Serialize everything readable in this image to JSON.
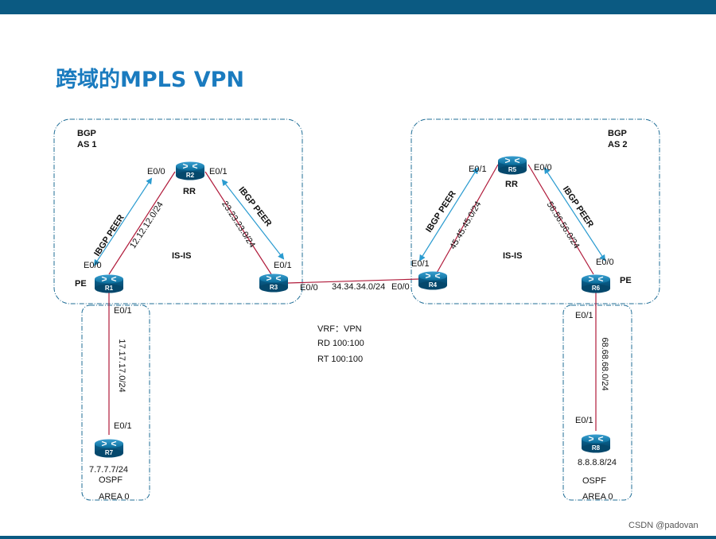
{
  "title": "跨域的MPLS VPN",
  "areas": {
    "as1": {
      "bgp": "BGP",
      "as": "AS 1"
    },
    "as2": {
      "bgp": "BGP",
      "as": "AS 2"
    }
  },
  "routers": {
    "r1": "R1",
    "r2": "R2",
    "r3": "R3",
    "r4": "R4",
    "r5": "R5",
    "r6": "R6",
    "r7": "R7",
    "r8": "R8"
  },
  "roles": {
    "r2": "RR",
    "r5": "RR",
    "r1": "PE",
    "r6": "PE"
  },
  "igp": {
    "left": "IS-IS",
    "right": "IS-IS"
  },
  "peer_label": "IBGP PEER",
  "subnets": {
    "r1_r2": "12.12.12.0/24",
    "r2_r3": "23.23.23.0/24",
    "r3_r4": "34.34.34.0/24",
    "r4_r5": "45.45.45.0/24",
    "r5_r6": "56.56.56.0/24",
    "r1_r7": "17.17.17.0/24",
    "r6_r8": "68.68.68.0/24"
  },
  "interfaces": {
    "r1_e00": "E0/0",
    "r2_e00": "E0/0",
    "r2_e01": "E0/1",
    "r3_e01": "E0/1",
    "r3_e00": "E0/0",
    "r4_e00": "E0/0",
    "r4_e01": "E0/1",
    "r5_e01": "E0/1",
    "r5_e00": "E0/0",
    "r6_e00": "E0/0",
    "r1_e01": "E0/1",
    "r7_e01": "E0/1",
    "r6_e01": "E0/1",
    "r8_e01": "E0/1"
  },
  "hosts": {
    "r7": {
      "net": "7.7.7.7/24",
      "proto": "OSPF",
      "area": "AREA 0"
    },
    "r8": {
      "net": "8.8.8.8/24",
      "proto": "OSPF",
      "area": "AREA 0"
    }
  },
  "vrf": {
    "line1": "VRF：VPN",
    "line2": "RD  100:100",
    "line3": "RT   100:100"
  },
  "watermark": "CSDN @padovan",
  "colors": {
    "header": "#0b5a82",
    "title": "#1a7bbf",
    "link": "#b01a3a",
    "peer_arrow": "#2a9bd0",
    "area_border": "#1f6d96",
    "router_fill": "#0a6e9c"
  }
}
